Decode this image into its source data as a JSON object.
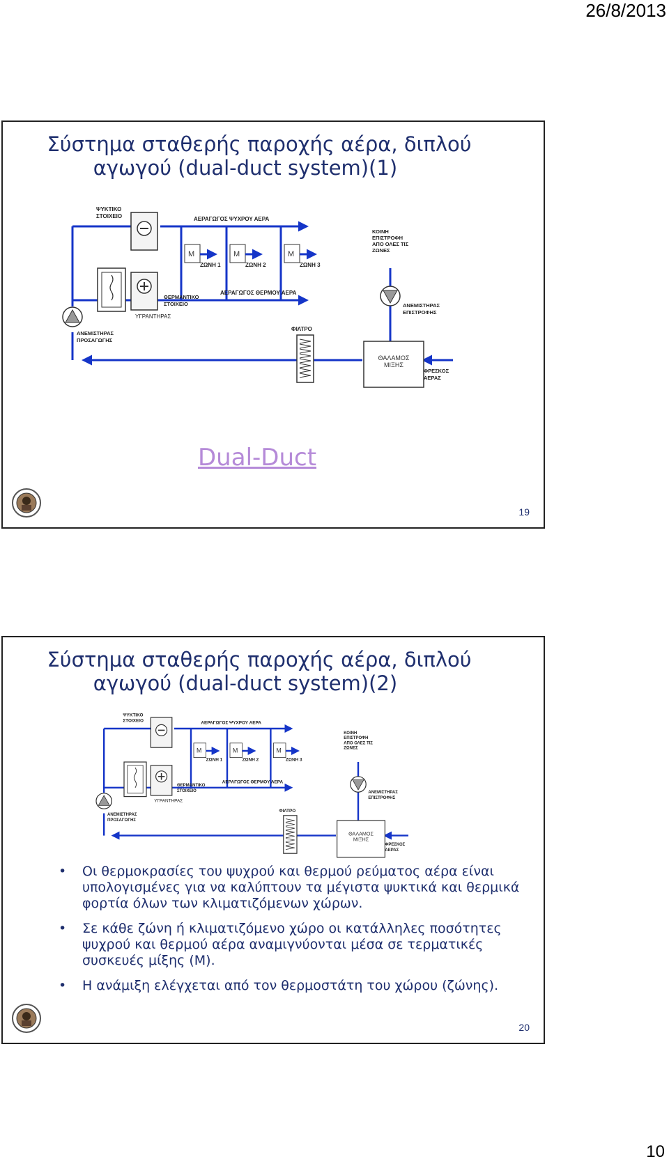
{
  "header": {
    "date": "26/8/2013"
  },
  "footer": {
    "page_number": "10"
  },
  "diagram_labels": {
    "cooling_coil": "ΨΥΚΤΙΚΟ\nΣΤΟΙΧΕΙΟ",
    "cold_duct": "ΑΕΡΑΓΩΓΟΣ ΨΥΧΡΟΥ ΑΕΡΑ",
    "common_return": "ΚΟΙΝΗ\nΕΠΙΣΤΡΟΦΗ\nΑΠΟ ΟΛΕΣ ΤΙΣ\nΖΩΝΕΣ",
    "mixer": "M",
    "zones": [
      "ΖΩΝΗ 1",
      "ΖΩΝΗ 2",
      "ΖΩΝΗ 3"
    ],
    "heating_coil": "ΘΕΡΜΑΝΤΙΚΟ\nΣΤΟΙΧΕΙΟ",
    "hot_duct": "ΑΕΡΑΓΩΓΟΣ ΘΕΡΜΟΥ ΑΕΡΑ",
    "return_fan": "ΑΝΕΜΙΣΤΗΡΑΣ\nΕΠΙΣΤΡΟΦΗΣ",
    "humidifier": "ΥΓΡΑΝΤΗΡΑΣ",
    "supply_fan": "ΑΝΕΜΙΣΤΗΡΑΣ\nΠΡΟΣΑΓΩΓΗΣ",
    "filter": "ΦΙΛΤΡΟ",
    "mixing_chamber": "ΘΑΛΑΜΟΣ\nΜΙΞΗΣ",
    "fresh_air": "ΦΡΕΣΚΟΣ\nΑΕΡΑΣ"
  },
  "slides": [
    {
      "title_line1": "Σύστημα σταθερής παροχής αέρα, διπλού",
      "title_line2": "αγωγού (dual-duct system)(1)",
      "link_text": "Dual-Duct",
      "number": "19"
    },
    {
      "title_line1": "Σύστημα σταθερής παροχής αέρα, διπλού",
      "title_line2": "αγωγού (dual-duct system)(2)",
      "number": "20",
      "bullets": [
        "Οι θερμοκρασίες του ψυχρού και θερμού ρεύματος αέρα είναι υπολογισμένες για να καλύπτουν τα μέγιστα ψυκτικά και θερμικά φορτία όλων των κλιματιζόμενων χώρων.",
        "Σε κάθε ζώνη ή κλιματιζόμενο χώρο οι κατάλληλες ποσότητες ψυχρού και θερμού αέρα αναμιγνύονται μέσα σε τερματικές συσκευές μίξης (Μ).",
        "Η ανάμιξη ελέγχεται από τον θερμοστάτη του χώρου (ζώνης)."
      ]
    }
  ],
  "colors": {
    "title": "#1f2f6e",
    "diagram_blue": "#1535c8",
    "link": "#b58ad8"
  }
}
